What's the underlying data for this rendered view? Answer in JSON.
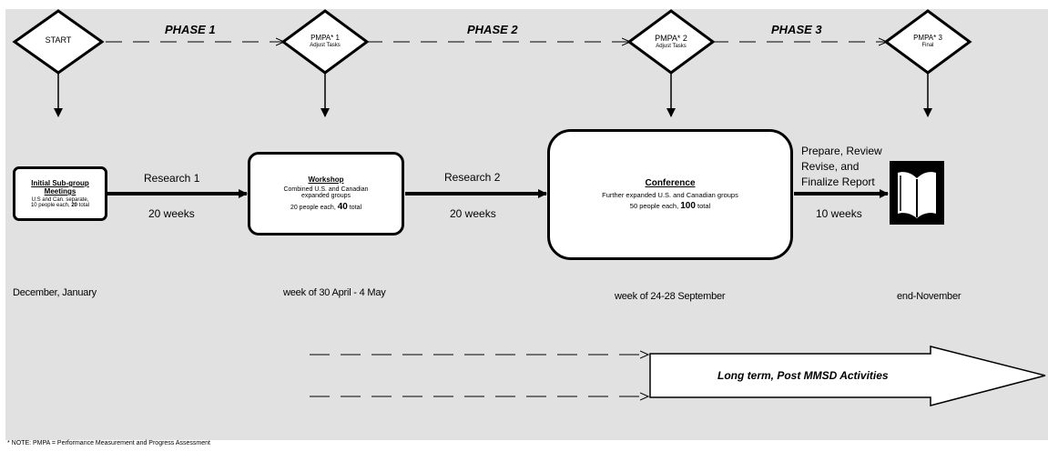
{
  "milestones": [
    {
      "label": "START",
      "sub": ""
    },
    {
      "label": "PMPA* 1",
      "sub": "Adjust Tasks"
    },
    {
      "label": "PMPA* 2",
      "sub": "Adjust Tasks"
    },
    {
      "label": "PMPA* 3",
      "sub": "Final"
    }
  ],
  "phases": [
    "PHASE 1",
    "PHASE 2",
    "PHASE 3"
  ],
  "activities": [
    {
      "title": "Initial Sub-group Meetings",
      "line1": "U.S and Can. separate,",
      "line2_pre": "10 people each, ",
      "line2_bold": "20",
      "line2_post": " total"
    },
    {
      "title": "Workshop",
      "line1": "Combined U.S. and Canadian",
      "line1b": "expanded groups",
      "line2_pre": "20 people each, ",
      "line2_bold": "40",
      "line2_post": " total"
    },
    {
      "title": "Conference",
      "line1": "Further expanded U.S. and Canadian groups",
      "line2_pre": "50 people each, ",
      "line2_bold": "100",
      "line2_post": " total"
    }
  ],
  "transitions": [
    {
      "label": "Research 1",
      "duration": "20 weeks"
    },
    {
      "label": "Research 2",
      "duration": "20 weeks"
    },
    {
      "label_lines": [
        "Prepare, Review",
        "Revise, and",
        "Finalize Report"
      ],
      "duration": "10 weeks"
    }
  ],
  "dates": [
    "December, January",
    "week of 30 April - 4 May",
    "week of 24-28 September",
    "end-November"
  ],
  "long_term": "Long term, Post MMSD Activities",
  "footnote": "* NOTE:  PMPA = Performance Measurement and Progress Assessment",
  "icons": {
    "report": "open-book-icon"
  }
}
